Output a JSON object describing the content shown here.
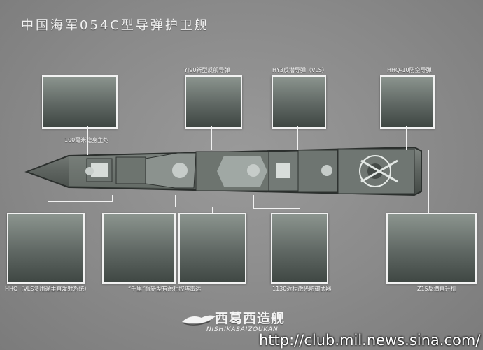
{
  "header": {
    "title": "中国海军054C型导弹护卫舰"
  },
  "callouts": {
    "main_gun": "100毫米隐身主炮",
    "yj90": "YJ90新型反舰导弹",
    "hy3": "HY3反潜导弹（VLS）",
    "hhq10": "HHQ-10防空导弹",
    "hhq_vls": "HHQ（VLS多用途垂直发射系统）",
    "radar": "“千里”眼新型有源相控阵雷达",
    "laser": "1130近程激光防御武器",
    "z15": "Z15反潜直升机"
  },
  "brand": {
    "logo": "西葛西造舰",
    "logo_sub": "NISHIKASAIZOUKAN"
  },
  "watermark": {
    "url": "http://club.mil.news.sina.com/"
  },
  "palette": {
    "background": "#8f8f8f",
    "hull": "#5f655f",
    "deck": "#7b827d",
    "highlight": "#f2f2f2"
  }
}
